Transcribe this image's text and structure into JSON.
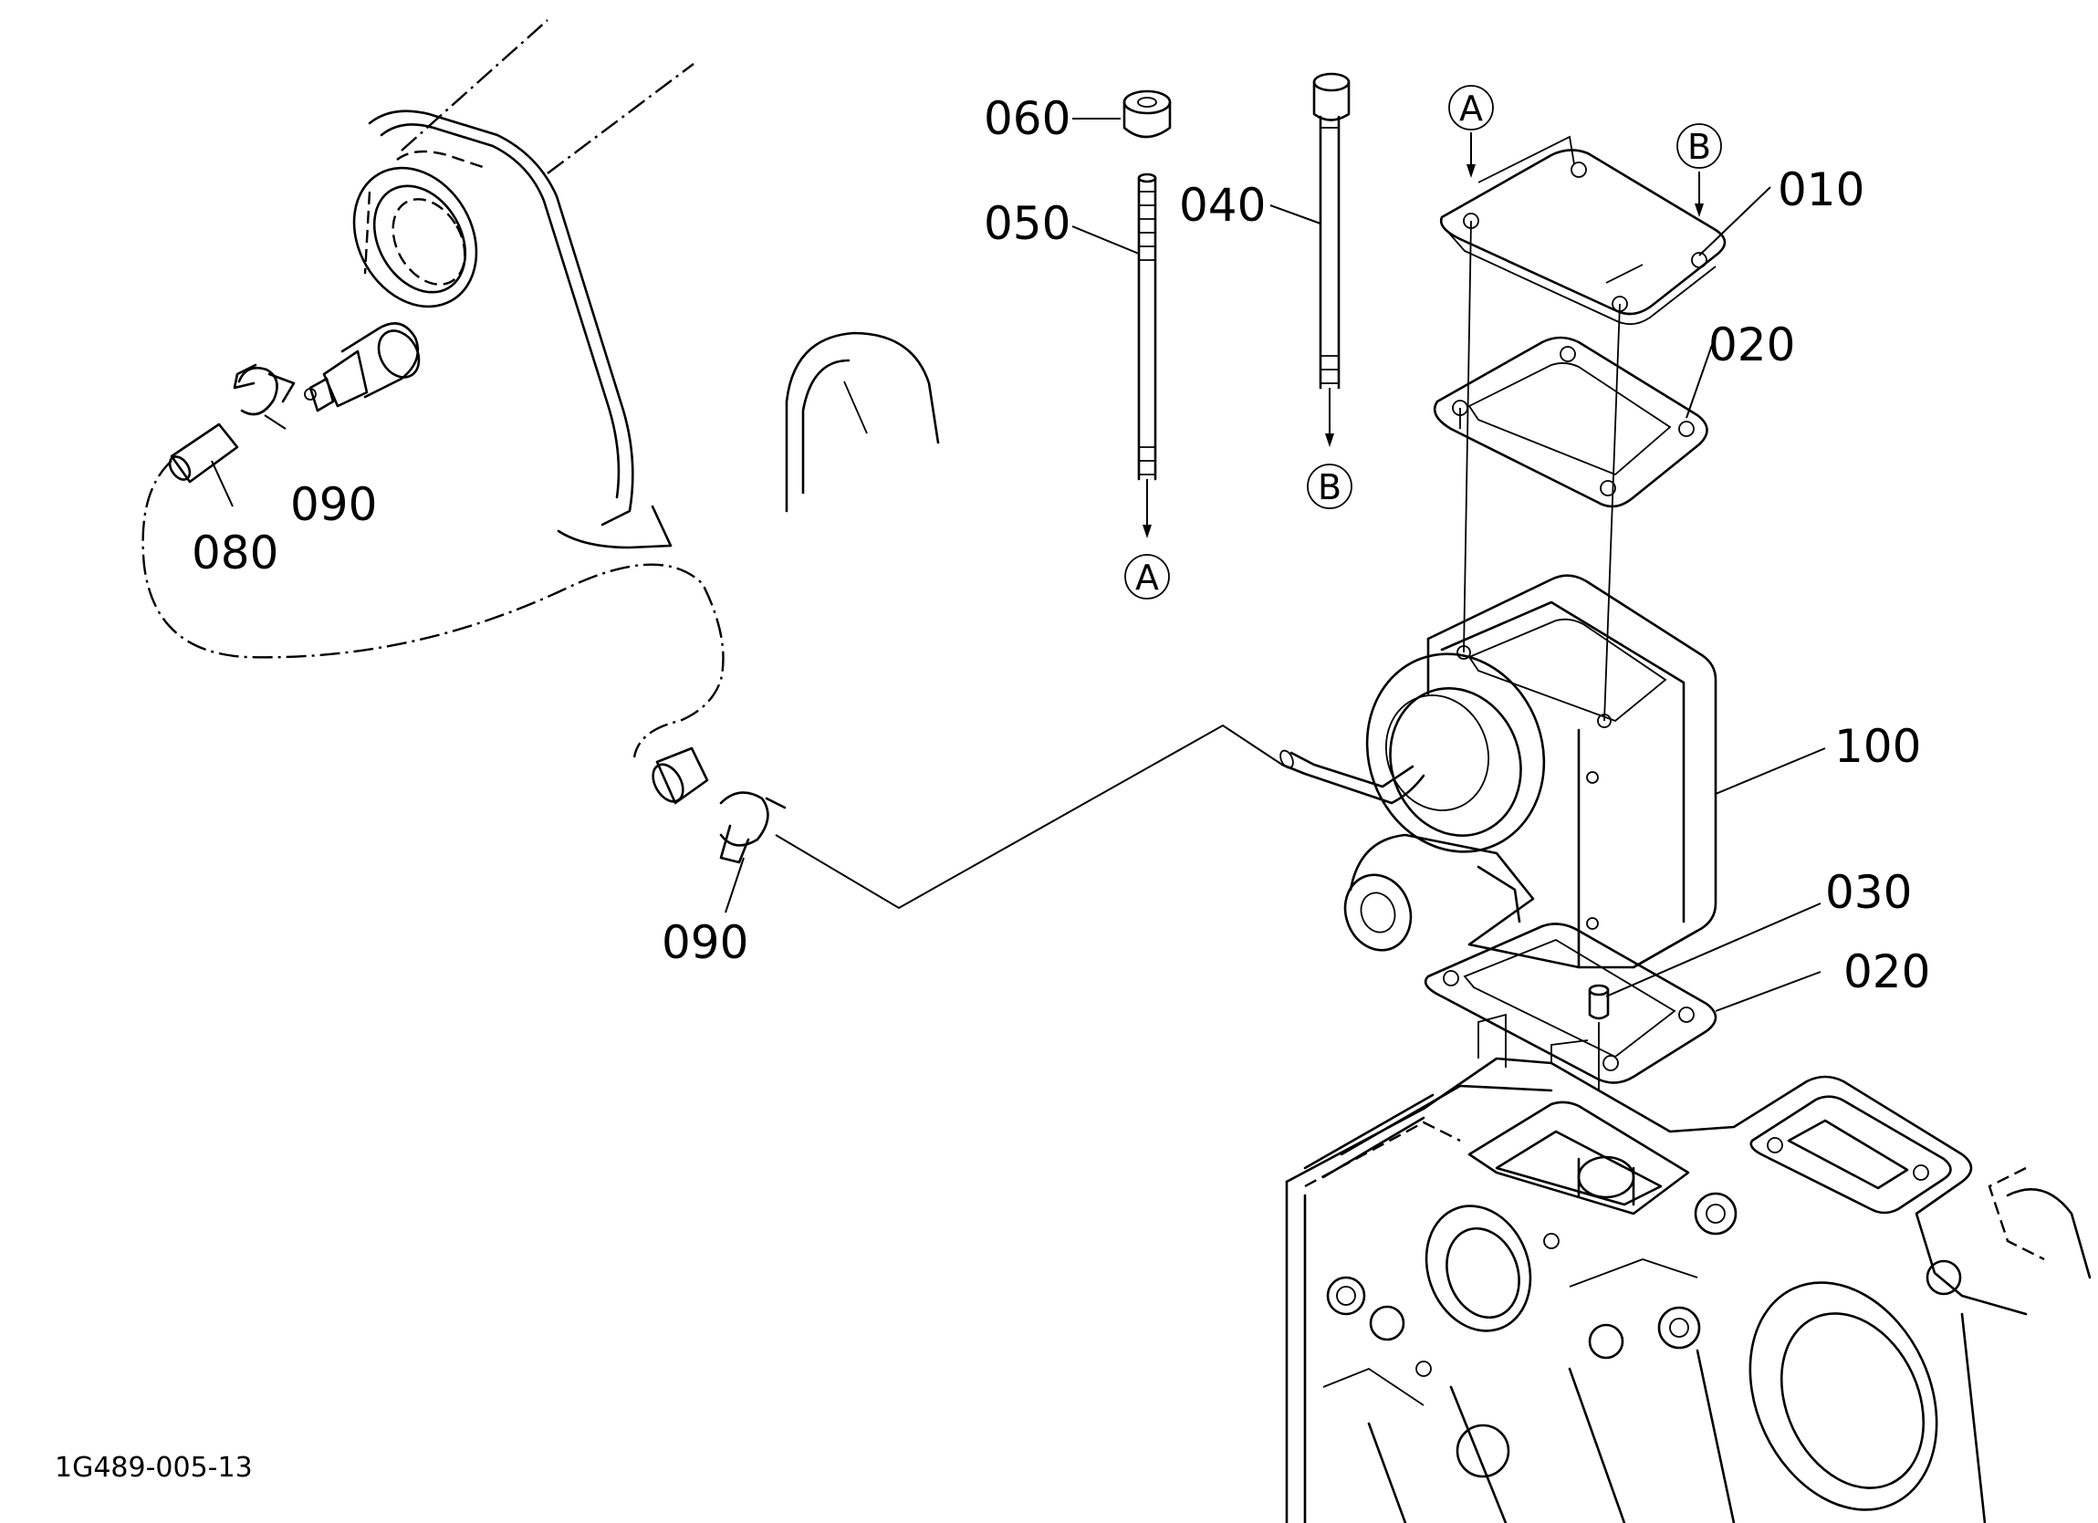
{
  "diagram": {
    "part_labels": {
      "p060": "060",
      "p050": "050",
      "p040": "040",
      "p010": "010",
      "p020_top": "020",
      "p100": "100",
      "p030": "030",
      "p020_bottom": "020",
      "p090_top": "090",
      "p080": "080",
      "p090_bottom": "090"
    },
    "reference_markers": {
      "a_top": "A",
      "b_top": "B",
      "a_bottom": "A",
      "b_bottom": "B"
    },
    "drawing_code": "1G489-005-13"
  }
}
